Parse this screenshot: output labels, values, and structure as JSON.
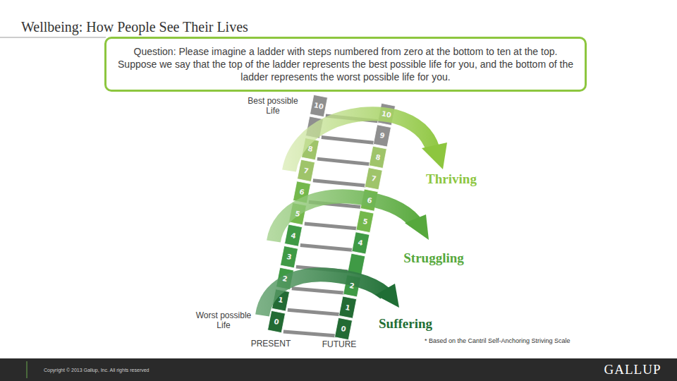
{
  "diagram": {
    "title": "Wellbeing: How People See Their Lives",
    "nodes": [
      {
        "text": [
          "Question: Please imagine a ladder with steps numbered from zero at the bottom to ten at the top. Suppose we say that the top of the ladder represents the best possible life for you, and the bottom of the ladder represents the worst possible life for you."
        ]
      }
    ],
    "labels": [
      "Best possible Life",
      "10",
      "10",
      "9",
      "8",
      "8",
      "7",
      "7",
      "Thriving",
      "6",
      "6",
      "5",
      "5",
      "4",
      "4",
      "Struggling",
      "3",
      "2",
      "2",
      "1",
      "1",
      "Worst possible Life",
      "0",
      "0",
      "Suffering",
      "PRESENT",
      "FUTURE",
      "* Based on the Cantril Self-Anchoring Striving Scale",
      "Copyright © 2013 Gallup, Inc. All rights reserved",
      "GALLUP"
    ]
  }
}
